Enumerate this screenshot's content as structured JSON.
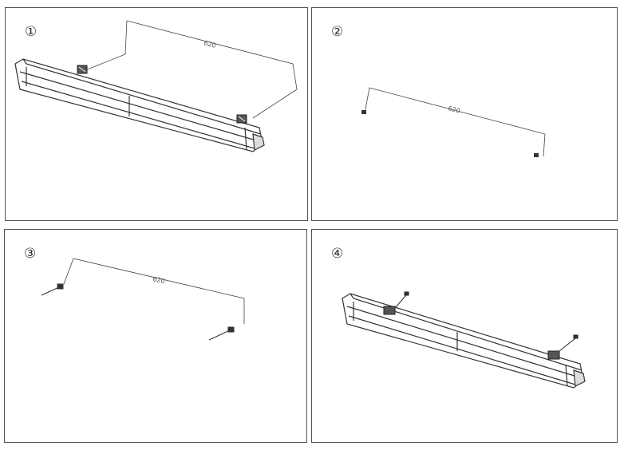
{
  "panels": [
    {
      "step": "①",
      "dimension": "620"
    },
    {
      "step": "②",
      "dimension": "620"
    },
    {
      "step": "③",
      "dimension": "620"
    },
    {
      "step": "④"
    }
  ]
}
